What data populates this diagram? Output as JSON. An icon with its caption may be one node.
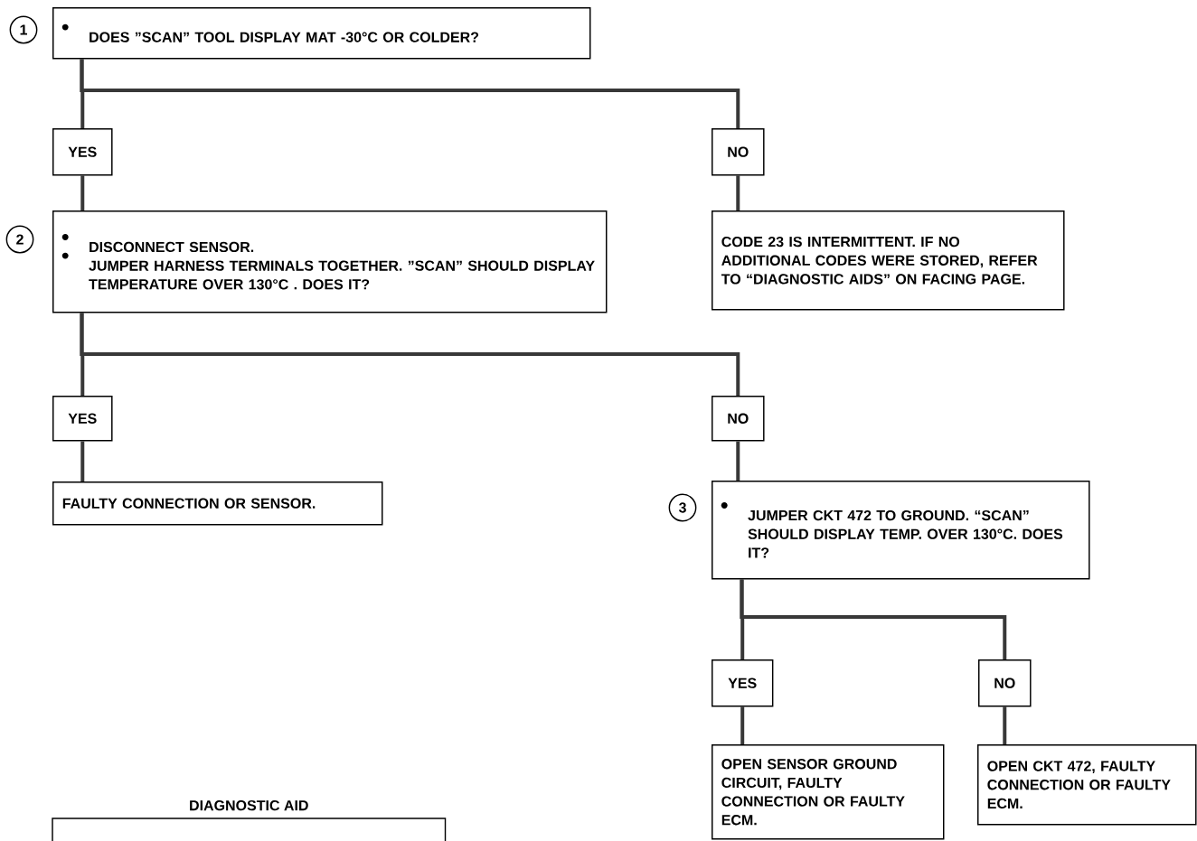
{
  "diagram": {
    "nodes": [
      {
        "text": [
          "DOES ”SCAN” TOOL DISPLAY MAT -30°C OR COLDER?"
        ],
        "beside": [
          "1"
        ]
      },
      {
        "text": [
          "YES"
        ]
      },
      {
        "text": [
          "NO"
        ]
      },
      {
        "text": [
          "DISCONNECT SENSOR.",
          "JUMPER HARNESS TERMINALS TOGETHER. ”SCAN” SHOULD DISPLAY TEMPERATURE OVER 130°C . DOES IT?"
        ],
        "beside": [
          "2"
        ]
      },
      {
        "text": [
          "CODE 23 IS INTERMITTENT. IF NO ADDITIONAL CODES WERE STORED, REFER TO “DIAGNOSTIC AIDS” ON FACING PAGE."
        ]
      },
      {
        "text": [
          "YES"
        ]
      },
      {
        "text": [
          "NO"
        ]
      },
      {
        "text": [
          "FAULTY CONNECTION OR SENSOR."
        ]
      },
      {
        "text": [
          "JUMPER CKT 472 TO GROUND. “SCAN” SHOULD DISPLAY TEMP. OVER 130°C. DOES IT?"
        ],
        "beside": [
          "3"
        ]
      },
      {
        "text": [
          "YES"
        ]
      },
      {
        "text": [
          "NO"
        ]
      },
      {
        "text": [
          "OPEN SENSOR GROUND CIRCUIT, FAULTY CONNECTION OR FAULTY ECM."
        ]
      },
      {
        "text": [
          "OPEN CKT 472, FAULTY CONNECTION OR FAULTY ECM."
        ]
      },
      {
        "text": [
          "DIAGNOSTIC AID"
        ]
      }
    ],
    "edges": [
      {
        "from": 0,
        "to": 1,
        "arrow": "none"
      },
      {
        "from": 0,
        "to": 2,
        "arrow": "none"
      },
      {
        "from": 1,
        "to": 3,
        "arrow": "none"
      },
      {
        "from": 2,
        "to": 4,
        "arrow": "none"
      },
      {
        "from": 3,
        "to": 5,
        "arrow": "none"
      },
      {
        "from": 3,
        "to": 6,
        "arrow": "none"
      },
      {
        "from": 5,
        "to": 7,
        "arrow": "none"
      },
      {
        "from": 6,
        "to": 8,
        "arrow": "none"
      },
      {
        "from": 8,
        "to": 9,
        "arrow": "none"
      },
      {
        "from": 8,
        "to": 10,
        "arrow": "none"
      },
      {
        "from": 9,
        "to": 11,
        "arrow": "none"
      },
      {
        "from": 10,
        "to": 12,
        "arrow": "none"
      }
    ]
  }
}
